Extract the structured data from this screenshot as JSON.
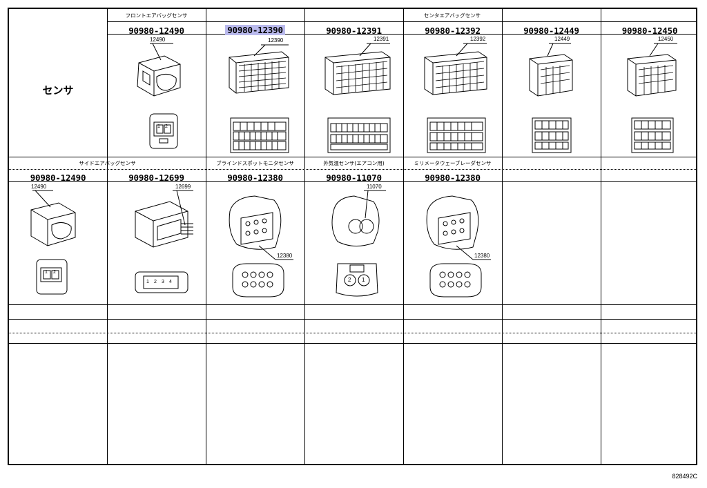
{
  "row_label": "センサ",
  "groups": {
    "front": "フロントエアバッグセンサ",
    "center": "センタエアバッグセンサ",
    "side": "サイドエアバッグセンサ",
    "blind": "ブラインドスポットモニタセンサ",
    "ambient": "外気温センサ(エアコン用)",
    "millimeter": "ミリメータウェーブレーダセンサ"
  },
  "top_parts": [
    {
      "part_no": "90980-12490",
      "callout": "12490",
      "selected": false
    },
    {
      "part_no": "90980-12390",
      "callout": "12390",
      "selected": true
    },
    {
      "part_no": "90980-12391",
      "callout": "12391",
      "selected": false
    },
    {
      "part_no": "90980-12392",
      "callout": "12392",
      "selected": false
    },
    {
      "part_no": "90980-12449",
      "callout": "12449",
      "selected": false
    },
    {
      "part_no": "90980-12450",
      "callout": "12450",
      "selected": false
    }
  ],
  "bottom_parts": [
    {
      "part_no": "90980-12490",
      "callout": "12490"
    },
    {
      "part_no": "90980-12699",
      "callout": "12699"
    },
    {
      "part_no": "90980-12380",
      "callout": "12380"
    },
    {
      "part_no": "90980-11070",
      "callout": "11070"
    },
    {
      "part_no": "90980-12380",
      "callout": "12380"
    }
  ],
  "pin_labels": {
    "two_pin": [
      "1",
      "2"
    ],
    "two_pin_rev": [
      "2",
      "1"
    ],
    "four_pin": [
      "1",
      "2",
      "3",
      "4"
    ]
  },
  "footer_code": "828492C"
}
